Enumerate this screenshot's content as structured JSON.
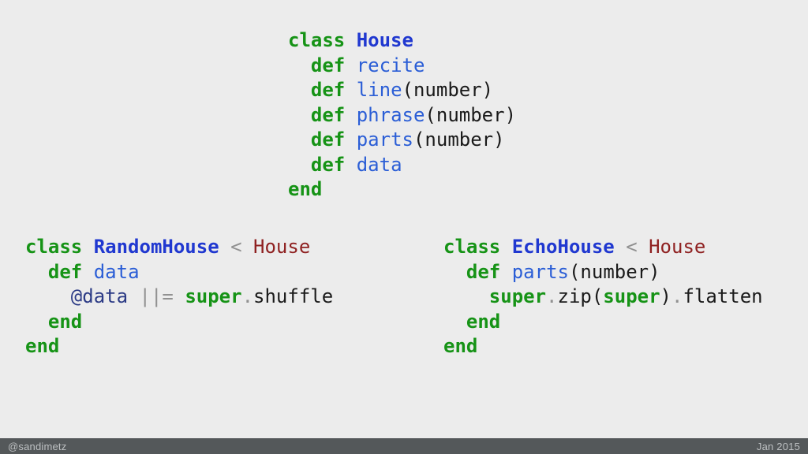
{
  "slide": {
    "background_color": "#ececec",
    "syntax_colors": {
      "keyword": "#169316",
      "class_name": "#2038d0",
      "method_name": "#2b5ed6",
      "superclass": "#8f2121",
      "instance_variable": "#2b3a85",
      "operator": "#919191",
      "plain": "#1a1a1a"
    },
    "code_blocks": [
      {
        "id": "house",
        "lines": [
          [
            {
              "t": "class",
              "c": "kw"
            },
            {
              "t": " ",
              "c": "plain"
            },
            {
              "t": "House",
              "c": "cls"
            }
          ],
          [
            {
              "t": "  ",
              "c": "plain"
            },
            {
              "t": "def",
              "c": "kw"
            },
            {
              "t": " ",
              "c": "plain"
            },
            {
              "t": "recite",
              "c": "fn"
            }
          ],
          [
            {
              "t": "  ",
              "c": "plain"
            },
            {
              "t": "def",
              "c": "kw"
            },
            {
              "t": " ",
              "c": "plain"
            },
            {
              "t": "line",
              "c": "fn"
            },
            {
              "t": "(number)",
              "c": "plain"
            }
          ],
          [
            {
              "t": "  ",
              "c": "plain"
            },
            {
              "t": "def",
              "c": "kw"
            },
            {
              "t": " ",
              "c": "plain"
            },
            {
              "t": "phrase",
              "c": "fn"
            },
            {
              "t": "(number)",
              "c": "plain"
            }
          ],
          [
            {
              "t": "  ",
              "c": "plain"
            },
            {
              "t": "def",
              "c": "kw"
            },
            {
              "t": " ",
              "c": "plain"
            },
            {
              "t": "parts",
              "c": "fn"
            },
            {
              "t": "(number)",
              "c": "plain"
            }
          ],
          [
            {
              "t": "  ",
              "c": "plain"
            },
            {
              "t": "def",
              "c": "kw"
            },
            {
              "t": " ",
              "c": "plain"
            },
            {
              "t": "data",
              "c": "fn"
            }
          ],
          [
            {
              "t": "end",
              "c": "kw"
            }
          ]
        ]
      },
      {
        "id": "random_house",
        "lines": [
          [
            {
              "t": "class",
              "c": "kw"
            },
            {
              "t": " ",
              "c": "plain"
            },
            {
              "t": "RandomHouse",
              "c": "cls"
            },
            {
              "t": " ",
              "c": "plain"
            },
            {
              "t": "<",
              "c": "op"
            },
            {
              "t": " ",
              "c": "plain"
            },
            {
              "t": "House",
              "c": "sup"
            }
          ],
          [
            {
              "t": "  ",
              "c": "plain"
            },
            {
              "t": "def",
              "c": "kw"
            },
            {
              "t": " ",
              "c": "plain"
            },
            {
              "t": "data",
              "c": "fn"
            }
          ],
          [
            {
              "t": "    ",
              "c": "plain"
            },
            {
              "t": "@data",
              "c": "ivar"
            },
            {
              "t": " ",
              "c": "plain"
            },
            {
              "t": "||=",
              "c": "op"
            },
            {
              "t": " ",
              "c": "plain"
            },
            {
              "t": "super",
              "c": "kw"
            },
            {
              "t": ".",
              "c": "op"
            },
            {
              "t": "shuffle",
              "c": "plain"
            }
          ],
          [
            {
              "t": "  ",
              "c": "plain"
            },
            {
              "t": "end",
              "c": "kw"
            }
          ],
          [
            {
              "t": "end",
              "c": "kw"
            }
          ]
        ]
      },
      {
        "id": "echo_house",
        "lines": [
          [
            {
              "t": "class",
              "c": "kw"
            },
            {
              "t": " ",
              "c": "plain"
            },
            {
              "t": "EchoHouse",
              "c": "cls"
            },
            {
              "t": " ",
              "c": "plain"
            },
            {
              "t": "<",
              "c": "op"
            },
            {
              "t": " ",
              "c": "plain"
            },
            {
              "t": "House",
              "c": "sup"
            }
          ],
          [
            {
              "t": "  ",
              "c": "plain"
            },
            {
              "t": "def",
              "c": "kw"
            },
            {
              "t": " ",
              "c": "plain"
            },
            {
              "t": "parts",
              "c": "fn"
            },
            {
              "t": "(number)",
              "c": "plain"
            }
          ],
          [
            {
              "t": "    ",
              "c": "plain"
            },
            {
              "t": "super",
              "c": "kw"
            },
            {
              "t": ".",
              "c": "op"
            },
            {
              "t": "zip(",
              "c": "plain"
            },
            {
              "t": "super",
              "c": "kw"
            },
            {
              "t": ")",
              "c": "plain"
            },
            {
              "t": ".",
              "c": "op"
            },
            {
              "t": "flatten",
              "c": "plain"
            }
          ],
          [
            {
              "t": "  ",
              "c": "plain"
            },
            {
              "t": "end",
              "c": "kw"
            }
          ],
          [
            {
              "t": "end",
              "c": "kw"
            }
          ]
        ]
      }
    ]
  },
  "footer": {
    "handle": "@sandimetz",
    "date": "Jan 2015",
    "background_color": "#54585a",
    "text_color": "#bdc0c2"
  }
}
